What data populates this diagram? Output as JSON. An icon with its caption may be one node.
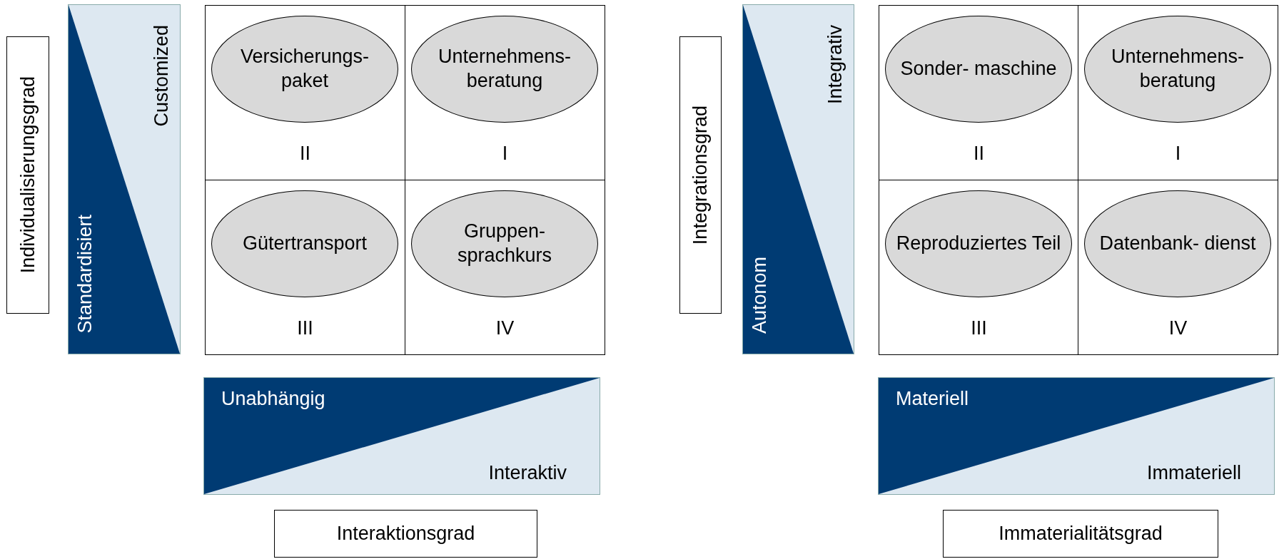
{
  "diagram": {
    "nodes": [
      {
        "text": [
          "Individualisierungsgrad"
        ]
      },
      {
        "text": [
          "Customized",
          "Standardisiert"
        ]
      },
      {
        "text": [
          "II"
        ]
      },
      {
        "text": [
          "Versicherungs- paket"
        ],
        "in": 2
      },
      {
        "text": [
          "I"
        ]
      },
      {
        "text": [
          "Unternehmens- beratung"
        ],
        "in": 4
      },
      {
        "text": [
          "III"
        ]
      },
      {
        "text": [
          "Gütertransport"
        ],
        "in": 6
      },
      {
        "text": [
          "IV"
        ]
      },
      {
        "text": [
          "Gruppen- sprachkurs"
        ],
        "in": 8
      },
      {
        "text": [
          "Unabhängig",
          "Interaktiv"
        ]
      },
      {
        "text": [
          "Interaktionsgrad"
        ]
      },
      {
        "text": [
          "Integrationsgrad"
        ]
      },
      {
        "text": [
          "Integrativ",
          "Autonom"
        ]
      },
      {
        "text": [
          "II"
        ]
      },
      {
        "text": [
          "Sonder- maschine"
        ],
        "in": 14
      },
      {
        "text": [
          "I"
        ]
      },
      {
        "text": [
          "Unternehmens- beratung"
        ],
        "in": 16
      },
      {
        "text": [
          "III"
        ]
      },
      {
        "text": [
          "Reproduziertes Teil"
        ],
        "in": 18
      },
      {
        "text": [
          "IV"
        ]
      },
      {
        "text": [
          "Datenbank- dienst"
        ],
        "in": 20
      },
      {
        "text": [
          "Materiell",
          "Immateriell"
        ]
      },
      {
        "text": [
          "Immaterialitätsgrad"
        ]
      }
    ]
  }
}
